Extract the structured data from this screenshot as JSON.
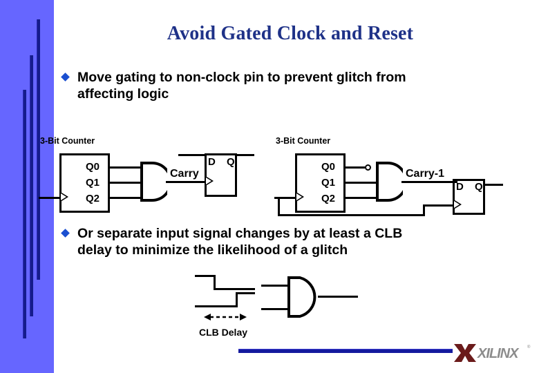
{
  "slide": {
    "title": "Avoid Gated Clock and Reset",
    "title_color": "#1f3288",
    "background_color": "#ffffff",
    "sidebar_color": "#6666ff",
    "accent_bar_color": "#151c8c",
    "bullet_color": "#1a4fd0"
  },
  "bullets": [
    {
      "line1": "Move gating to non-clock pin to prevent glitch from",
      "line2": "affecting logic"
    },
    {
      "line1": "Or separate input signal changes by at least a CLB",
      "line2": "delay to minimize the likelihood of a glitch"
    }
  ],
  "circuit_left": {
    "label": "3-Bit Counter",
    "pins": [
      "Q0",
      "Q1",
      "Q2"
    ],
    "gate_output_label": "Carry",
    "flipflop": {
      "d": "D",
      "q": "Q"
    }
  },
  "circuit_right": {
    "label": "3-Bit Counter",
    "pins": [
      "Q0",
      "Q1",
      "Q2"
    ],
    "gate_output_label": "Carry-1",
    "flipflop": {
      "d": "D",
      "q": "Q"
    }
  },
  "waveform": {
    "caption": "CLB Delay"
  },
  "footer": {
    "rule_color": "#141a9e",
    "logo_text": "XILINX",
    "logo_tm": "®",
    "logo_mark_color": "#6b1b1b",
    "logo_text_color": "#8c8c8c"
  }
}
